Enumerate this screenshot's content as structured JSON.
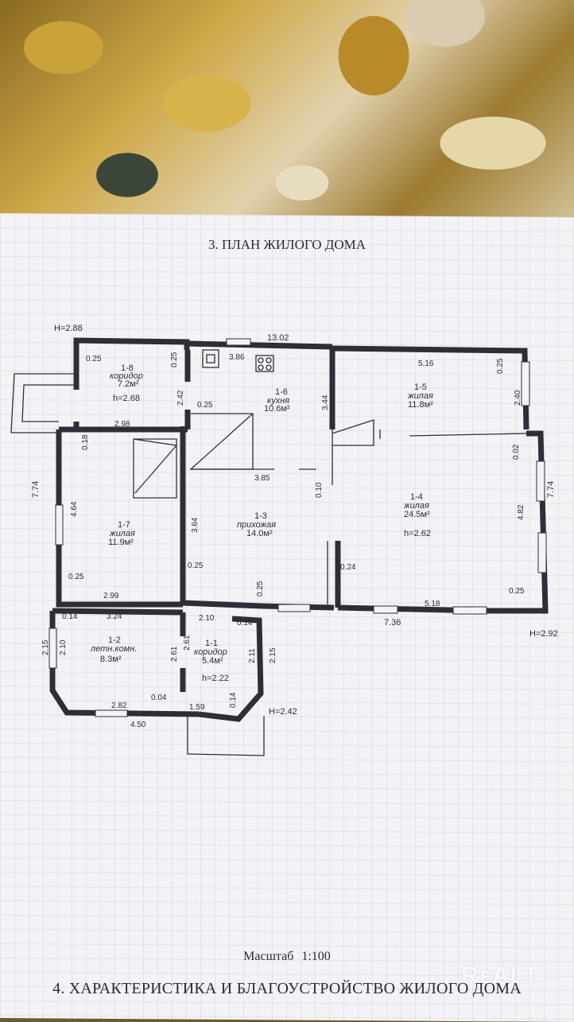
{
  "page": {
    "section3_title": "3. ПЛАН ЖИЛОГО ДОМА",
    "section4_title": "4. ХАРАКТЕРИСТИКА И БЛАГОУСТРОЙСТВО ЖИЛОГО ДОМА",
    "scale_label": "Масштаб",
    "scale_value": "1:100",
    "watermark": "RᴇALT"
  },
  "plan": {
    "heights": {
      "h_top_left": "H=2.88",
      "h_right": "H=2.92",
      "h_porch": "H=2.42"
    },
    "overall": {
      "top_width": "13.02",
      "bottom_width": "7.36",
      "left_height": "7.74",
      "right_height": "7.74"
    },
    "rooms": {
      "r18": {
        "id": "1-8",
        "name": "коридор",
        "area": "7.2м²",
        "h": "h=2.68"
      },
      "r16": {
        "id": "1-6",
        "name": "кухня",
        "area": "10.6м²"
      },
      "r15": {
        "id": "1-5",
        "name": "жилая",
        "area": "11.8м²"
      },
      "r17": {
        "id": "1-7",
        "name": "жилая",
        "area": "11.9м²"
      },
      "r13": {
        "id": "1-3",
        "name": "прихожая",
        "area": "14.0м²"
      },
      "r14": {
        "id": "1-4",
        "name": "жилая",
        "area": "24.5м²",
        "h": "h=2.62"
      },
      "r12": {
        "id": "1-2",
        "name": "летн.комн.",
        "area": "8.3м²"
      },
      "r11": {
        "id": "1-1",
        "name": "коридор",
        "area": "5.4м²",
        "h": "h=2.22"
      }
    },
    "dims": {
      "d1": "0.25",
      "d2": "0.25",
      "d3": "3.86",
      "d4": "5.16",
      "d5": "0.25",
      "d6": "2.42",
      "d7": "0.25",
      "d8": "3.44",
      "d9": "2.40",
      "d10": "2.98",
      "d11": "0.18",
      "d12": "0.02",
      "d13": "3.85",
      "d14": "4.64",
      "d15": "0.10",
      "d16": "3.64",
      "d17": "4.82",
      "d18": "0.25",
      "d19": "0.25",
      "d20": "0.24",
      "d21": "0.25",
      "d22": "2.99",
      "d23": "5.18",
      "d24": "0.25",
      "d25": "0.14",
      "d26": "3.24",
      "d27": "2.10",
      "d28": "0.14",
      "d29": "2.15",
      "d30": "2.10",
      "d31": "2.61",
      "d32": "2.61",
      "d33": "2.11",
      "d34": "2.15",
      "d35": "0.04",
      "d36": "2.82",
      "d37": "1.59",
      "d38": "0.14",
      "d39": "4.50"
    }
  }
}
